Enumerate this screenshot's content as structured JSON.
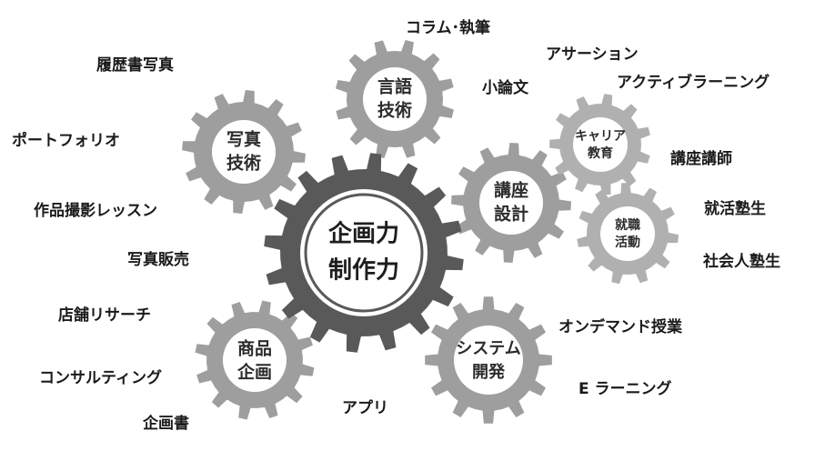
{
  "center_gear": {
    "line1": "企画力",
    "line2": "制作力"
  },
  "gears": {
    "photo": {
      "line1": "写真",
      "line2": "技術"
    },
    "language": {
      "line1": "言語",
      "line2": "技術"
    },
    "course": {
      "line1": "講座",
      "line2": "設計"
    },
    "career": {
      "line1": "キャリア",
      "line2": "教育"
    },
    "jobhunt": {
      "line1": "就職",
      "line2": "活動"
    },
    "product": {
      "line1": "商品",
      "line2": "企画"
    },
    "system": {
      "line1": "システム",
      "line2": "開発"
    }
  },
  "keywords": {
    "resume_photo": "履歴書写真",
    "portfolio": "ポートフォリオ",
    "photo_lesson": "作品撮影レッスン",
    "photo_sales": "写真販売",
    "column_writing": "コラム･執筆",
    "essay": "小論文",
    "assertion": "アサーション",
    "active_learning": "アクティブラーニング",
    "lecturer": "講座講師",
    "job_students": "就活塾生",
    "adult_students": "社会人塾生",
    "store_research": "店舗リサーチ",
    "consulting": "コンサルティング",
    "proposal": "企画書",
    "app": "アプリ",
    "on_demand": "オンデマンド授業",
    "elearning": "E ラーニング"
  },
  "colors": {
    "center_gear": "#595959",
    "satellite_gear": "#9e9e9e",
    "small_gear": "#b0b0b0",
    "inner_disc": "#ffffff",
    "text": "#1a1a1a"
  }
}
